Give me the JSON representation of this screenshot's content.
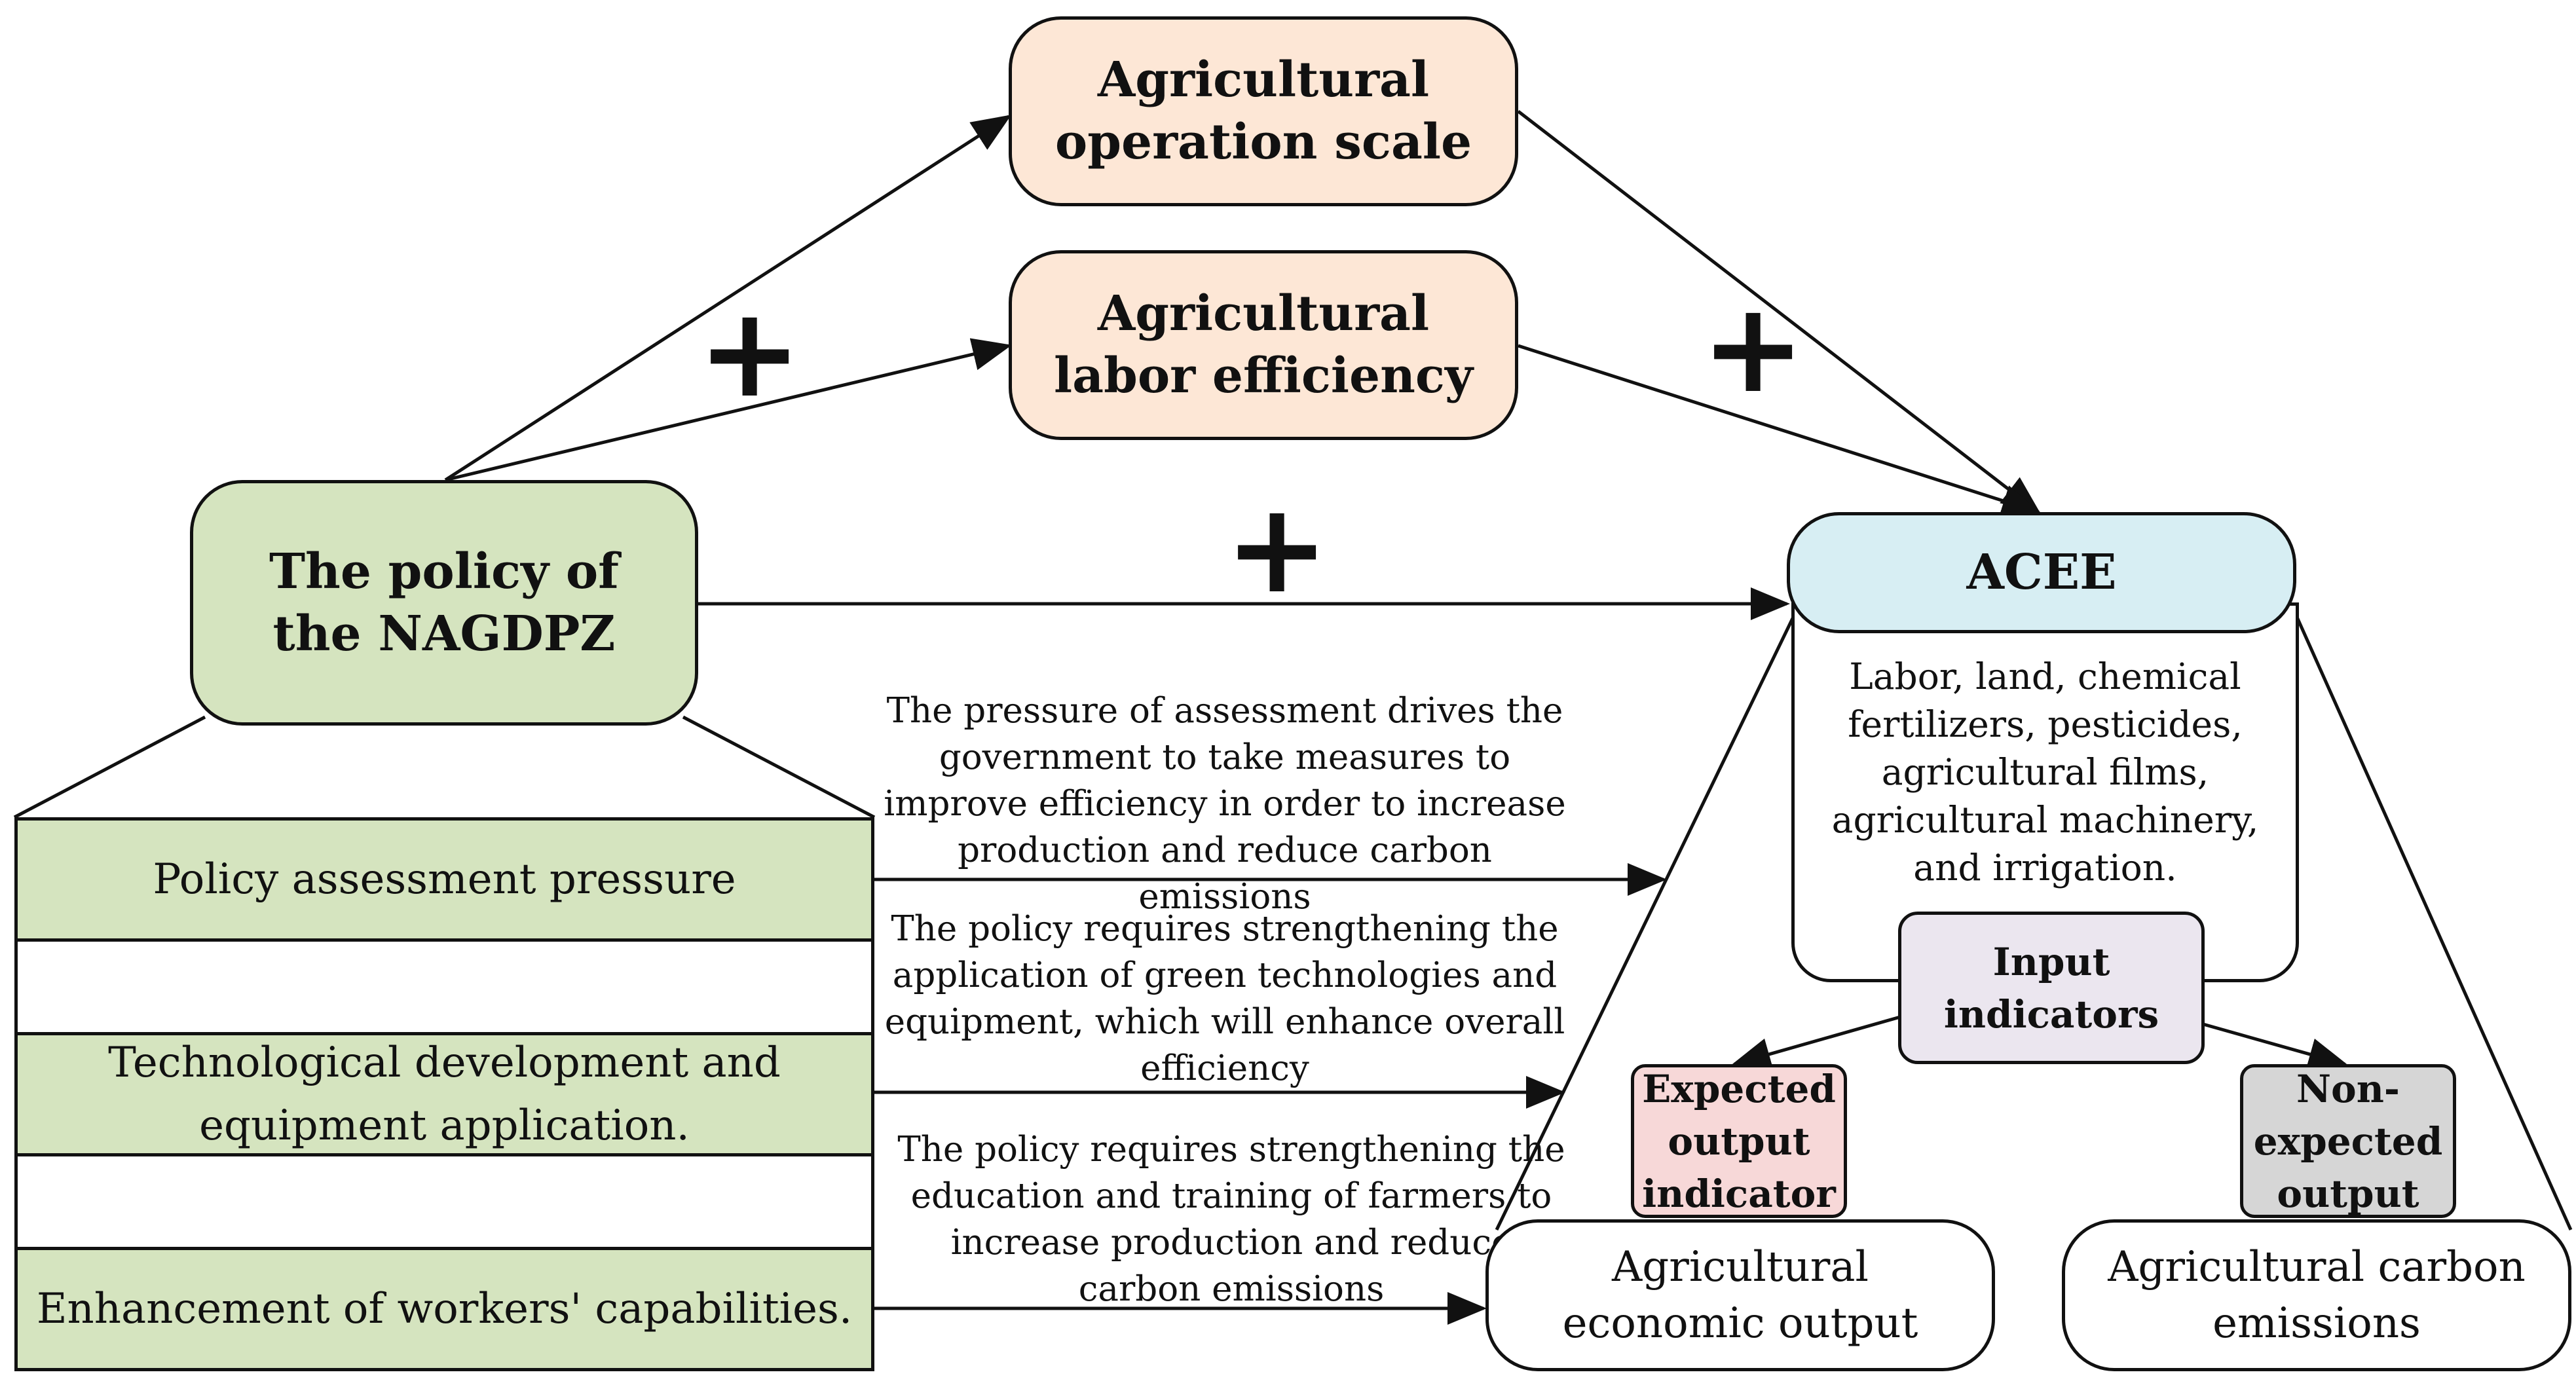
{
  "nodes": {
    "scale": "Agricultural operation scale",
    "labor": "Agricultural labor efficiency",
    "policy": "The policy of the NAGDPZ",
    "acee": "ACEE",
    "inputs_text": "Labor, land, chemical fertilizers, pesticides, agricultural films, agricultural machinery, and irrigation.",
    "input_indicators": "Input indicators",
    "expected": "Expected output indicator",
    "nonexpected": "Non-expected output",
    "economic": "Agricultural economic output",
    "carbon": "Agricultural carbon emissions"
  },
  "mechanisms": [
    "Policy assessment pressure",
    "Technological development and equipment application.",
    "Enhancement of workers' capabilities."
  ],
  "notes": [
    "The pressure of assessment drives the government to take measures to improve efficiency in order to increase production and reduce carbon emissions",
    "The policy requires strengthening the application of green technologies and equipment, which will enhance overall efficiency",
    "The policy requires strengthening the education and training of farmers to increase production and reduce carbon emissions"
  ],
  "signs": [
    "+",
    "+",
    "+"
  ],
  "colors": {
    "mediator_fill": "#fde7d6",
    "policy_fill": "#d5e4bf",
    "acee_fill": "#d7eef3",
    "input_fill": "#ebe6ef",
    "expected_fill": "#f7d8d8",
    "nonexpected_fill": "#d6d6d6"
  }
}
